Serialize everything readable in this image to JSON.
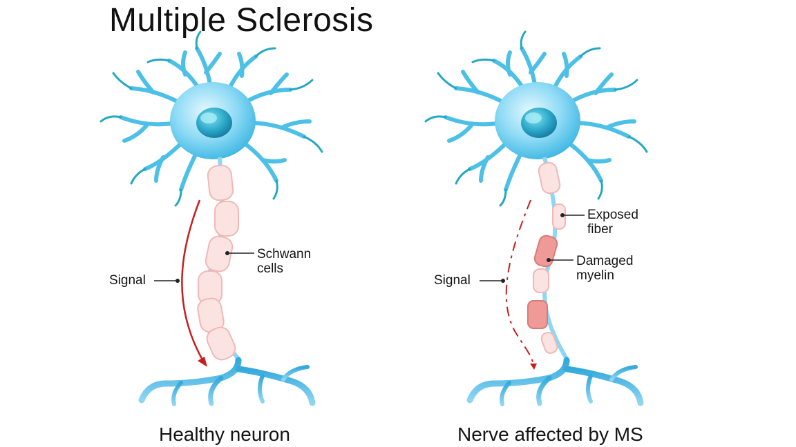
{
  "title": "Multiple Sclerosis",
  "panels": {
    "healthy": {
      "caption": "Healthy neuron",
      "signal_label": "Signal",
      "schwann_line1": "Schwann",
      "schwann_line2": "cells"
    },
    "ms": {
      "caption": "Nerve affected by MS",
      "signal_label": "Signal",
      "exposed_line1": "Exposed",
      "exposed_line2": "fiber",
      "damaged_line1": "Damaged",
      "damaged_line2": "myelin"
    }
  },
  "colors": {
    "neuron": "#5cc8ea",
    "neuron_dark": "#2a9fd0",
    "dendrite_tip": "#23a7c4",
    "nucleus": "#1e8bb2",
    "myelin_fill": "#fbe3e1",
    "myelin_stroke": "#f1b8b5",
    "damaged_myelin": "#ef9a96",
    "signal": "#c81e1e"
  }
}
